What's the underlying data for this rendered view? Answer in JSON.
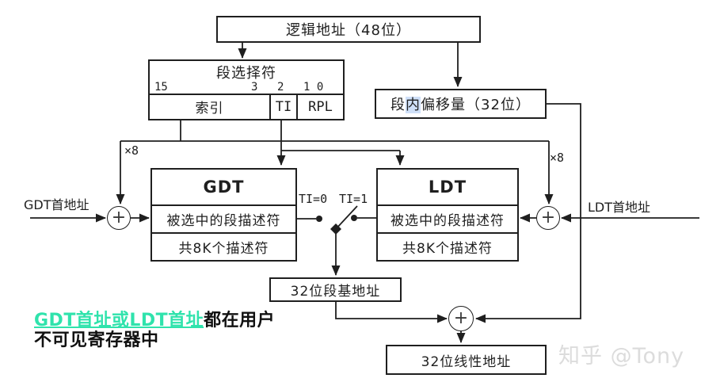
{
  "diagram": {
    "logical_address_label": "逻辑地址（48位）",
    "selector": {
      "title": "段选择符",
      "bit15": "15",
      "bit3": "3",
      "bit2": "2",
      "bit10": "1 0",
      "index_label": "索引",
      "ti_label": "TI",
      "rpl_label": "RPL"
    },
    "offset": {
      "pre": "段",
      "highlighted_char": "内",
      "post": "偏移量（32位）"
    },
    "gdt": {
      "title": "GDT",
      "selected_row": "被选中的段描述符",
      "count_row": "共8K个描述符"
    },
    "ldt": {
      "title": "LDT",
      "selected_row": "被选中的段描述符",
      "count_row": "共8K个描述符"
    },
    "labels": {
      "times8_left": "×8",
      "times8_right": "×8",
      "ti0": "TI=0",
      "ti1": "TI=1",
      "gdt_base": "GDT首地址",
      "ldt_base": "LDT首地址",
      "plus": "+"
    },
    "segment_base_label": "32位段基地址",
    "linear_address_label": "32位线性地址"
  },
  "note": {
    "highlight": "GDT首址或LDT首址",
    "rest_line1": "都在用户",
    "line2": "不可见寄存器中"
  },
  "watermark": "知乎 @Tony",
  "colors": {
    "line": "#1f1f1f",
    "note_highlight": "#2fe3ac",
    "offset_char_bg": "#cfe0f8",
    "watermark": "#dcdcdc"
  }
}
